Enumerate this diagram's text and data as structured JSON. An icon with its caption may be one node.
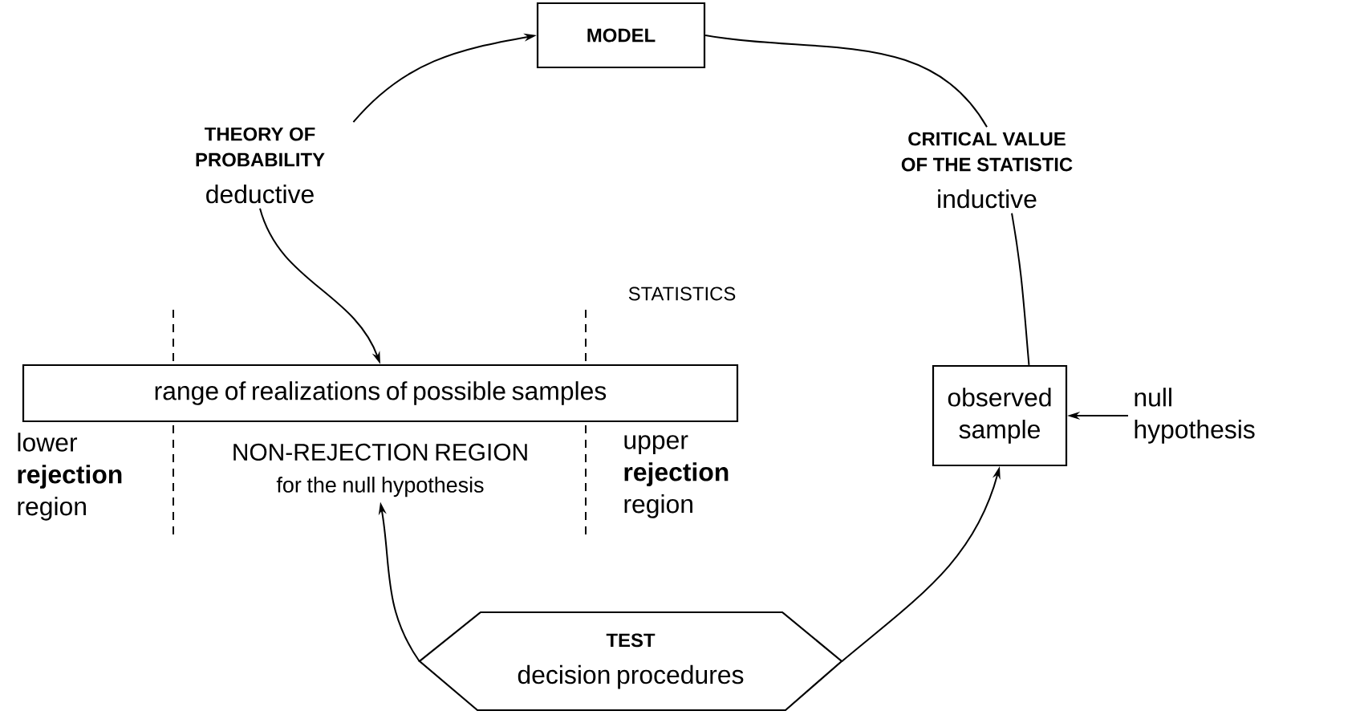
{
  "diagram": {
    "nodes": [
      {
        "text": [
          "MODEL"
        ]
      },
      {
        "text": [
          "range of realizations of possible samples"
        ]
      },
      {
        "text": [
          "observed sample"
        ]
      },
      {
        "text": [
          "TEST",
          "decision procedures"
        ]
      },
      {
        "text": [
          "NON-REJECTION REGION",
          "for the null hypothesis"
        ]
      },
      {
        "text": [
          "null hypothesis"
        ]
      },
      {
        "text": [
          "THEORY OF PROBABILITY",
          "deductive"
        ]
      },
      {
        "text": [
          "CRITICAL VALUE OF THE STATISTIC",
          "inductive"
        ]
      }
    ],
    "edges": [
      {
        "from": 6,
        "to": 0,
        "arrow": "to"
      },
      {
        "from": 6,
        "to": 1,
        "arrow": "to"
      },
      {
        "from": 0,
        "to": 7,
        "arrow": "none"
      },
      {
        "from": 7,
        "to": 2,
        "arrow": "none"
      },
      {
        "from": 3,
        "to": 4,
        "arrow": "to"
      },
      {
        "from": 3,
        "to": 2,
        "arrow": "to"
      },
      {
        "from": 5,
        "to": 2,
        "arrow": "to"
      }
    ],
    "labels": [
      "STATISTICS",
      "lower **rejection** region",
      "upper **rejection** region"
    ]
  }
}
